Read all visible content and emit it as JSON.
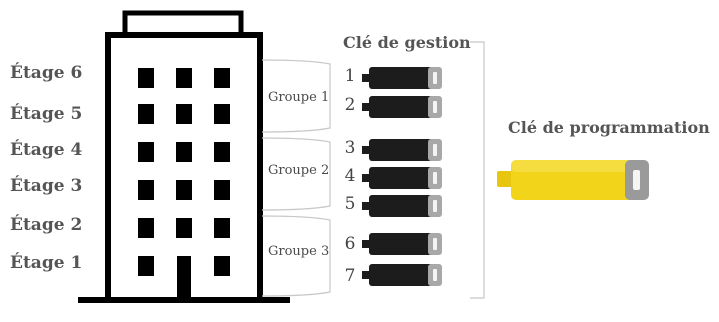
{
  "floors": [
    {
      "label": "Étage 6"
    },
    {
      "label": "Étage 5"
    },
    {
      "label": "Étage 4"
    },
    {
      "label": "Étage 3"
    },
    {
      "label": "Étage 2"
    },
    {
      "label": "Étage 1"
    }
  ],
  "groups": [
    {
      "label": "Groupe 1"
    },
    {
      "label": "Groupe 2"
    },
    {
      "label": "Groupe 3"
    }
  ],
  "management_key": {
    "title": "Clé de gestion",
    "numbers": [
      "1",
      "2",
      "3",
      "4",
      "5",
      "6",
      "7"
    ]
  },
  "programming_key": {
    "title": "Clé de programmation"
  },
  "colors": {
    "building": "#000000",
    "key_body": "#1c1c1c",
    "key_metal": "#a8a8a8",
    "programming_key": "#f2d41a",
    "bracket": "#c8c8c8"
  }
}
